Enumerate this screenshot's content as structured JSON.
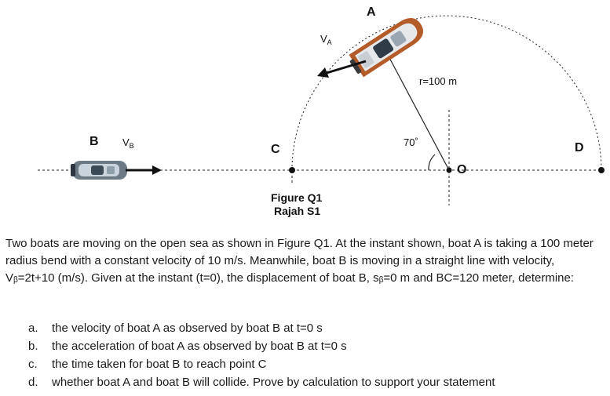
{
  "figure": {
    "point_a": "A",
    "point_b": "B",
    "point_c": "C",
    "point_d": "D",
    "point_o": "O",
    "velocity_a": "V",
    "velocity_a_sub": "A",
    "velocity_b": "V",
    "velocity_b_sub": "B",
    "radius_label": "r=100 m",
    "angle_label": "70˚",
    "caption_line1": "Figure Q1",
    "caption_line2": "Rajah S1"
  },
  "problem": {
    "text": "Two boats are moving on the open sea as shown in Figure Q1. At the instant shown, boat A is taking a 100 meter radius bend with a constant velocity of 10 m/s. Meanwhile, boat B is moving in a straight line with velocity, Vᵦ=2t+10 (m/s). Given at the instant (t=0), the displacement of boat B, sᵦ=0 m and BC=120 meter, determine:"
  },
  "questions": [
    {
      "letter": "a.",
      "text": "the velocity of boat A as observed by boat B at t=0 s"
    },
    {
      "letter": "b.",
      "text": "the acceleration of boat A as observed by boat B at t=0 s"
    },
    {
      "letter": "c.",
      "text": "the time taken for boat B to reach point C"
    },
    {
      "letter": "d.",
      "text": "whether boat A and boat B will collide. Prove by calculation to support your statement"
    }
  ]
}
